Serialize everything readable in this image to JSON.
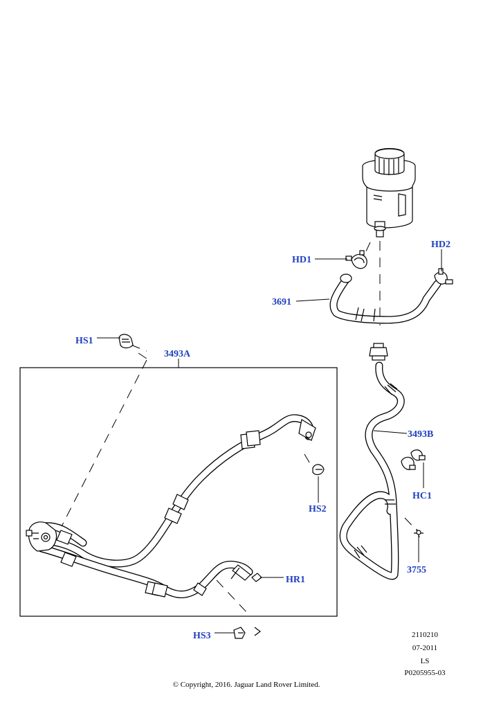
{
  "callouts": {
    "hd1": "HD1",
    "hd2": "HD2",
    "p3691": "3691",
    "hs1": "HS1",
    "p3493a": "3493A",
    "p3493b": "3493B",
    "hc1": "HC1",
    "hs2": "HS2",
    "hr1": "HR1",
    "hs3": "HS3",
    "p3755": "3755"
  },
  "meta": {
    "code": "2110210",
    "date": "07-2011",
    "region": "LS",
    "ref": "P0205955-03"
  },
  "copyright": "© Copyright, 2016. Jaguar Land Rover Limited.",
  "icons": {
    "reservoir": "reservoir-icon",
    "clip": "hose-clip-icon",
    "clamp": "clamp-icon",
    "bolt": "bolt-icon",
    "retainer": "retainer-icon"
  }
}
